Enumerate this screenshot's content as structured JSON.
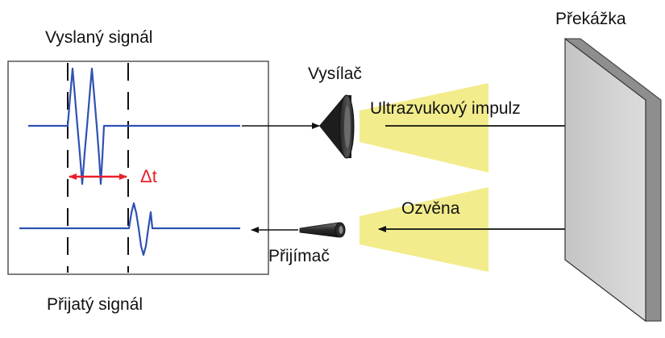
{
  "labels": {
    "sent_signal": "Vyslaný signál",
    "received_signal": "Přijatý signál",
    "transmitter": "Vysílač",
    "ultrasonic_pulse": "Ultrazvukový impulz",
    "echo": "Ozvěna",
    "receiver": "Přijímač",
    "obstacle": "Překážka",
    "delta_t": "Δt"
  },
  "colors": {
    "waveform": "#2d52b3",
    "delta_arrow": "#e8202a",
    "beam": "#f2ec8c",
    "obstacle_front": "#cfcfcf",
    "obstacle_side": "#8e8e8e",
    "line": "#111111"
  }
}
